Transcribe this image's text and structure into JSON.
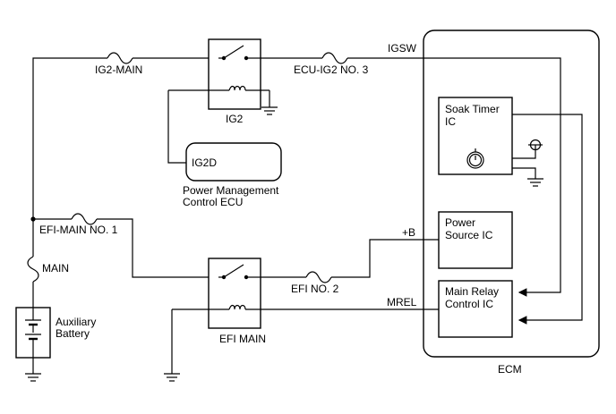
{
  "labels": {
    "ig2_main": "IG2-MAIN",
    "ig2": "IG2",
    "ecu_ig2_no3": "ECU-IG2 NO. 3",
    "igsw": "IGSW",
    "ig2d": "IG2D",
    "pm_line1": "Power Management",
    "pm_line2": "Control ECU",
    "efi_main_no1": "EFI-MAIN NO. 1",
    "main_fuse": "MAIN",
    "battery_line1": "Auxiliary",
    "battery_line2": "Battery",
    "efi_main": "EFI MAIN",
    "efi_no2": "EFI NO. 2",
    "plus_b": "+B",
    "mrel": "MREL",
    "ecm": "ECM",
    "soak_line1": "Soak Timer",
    "soak_line2": "IC",
    "ps_line1": "Power",
    "ps_line2": "Source IC",
    "mr_line1": "Main Relay",
    "mr_line2": "Control IC"
  }
}
